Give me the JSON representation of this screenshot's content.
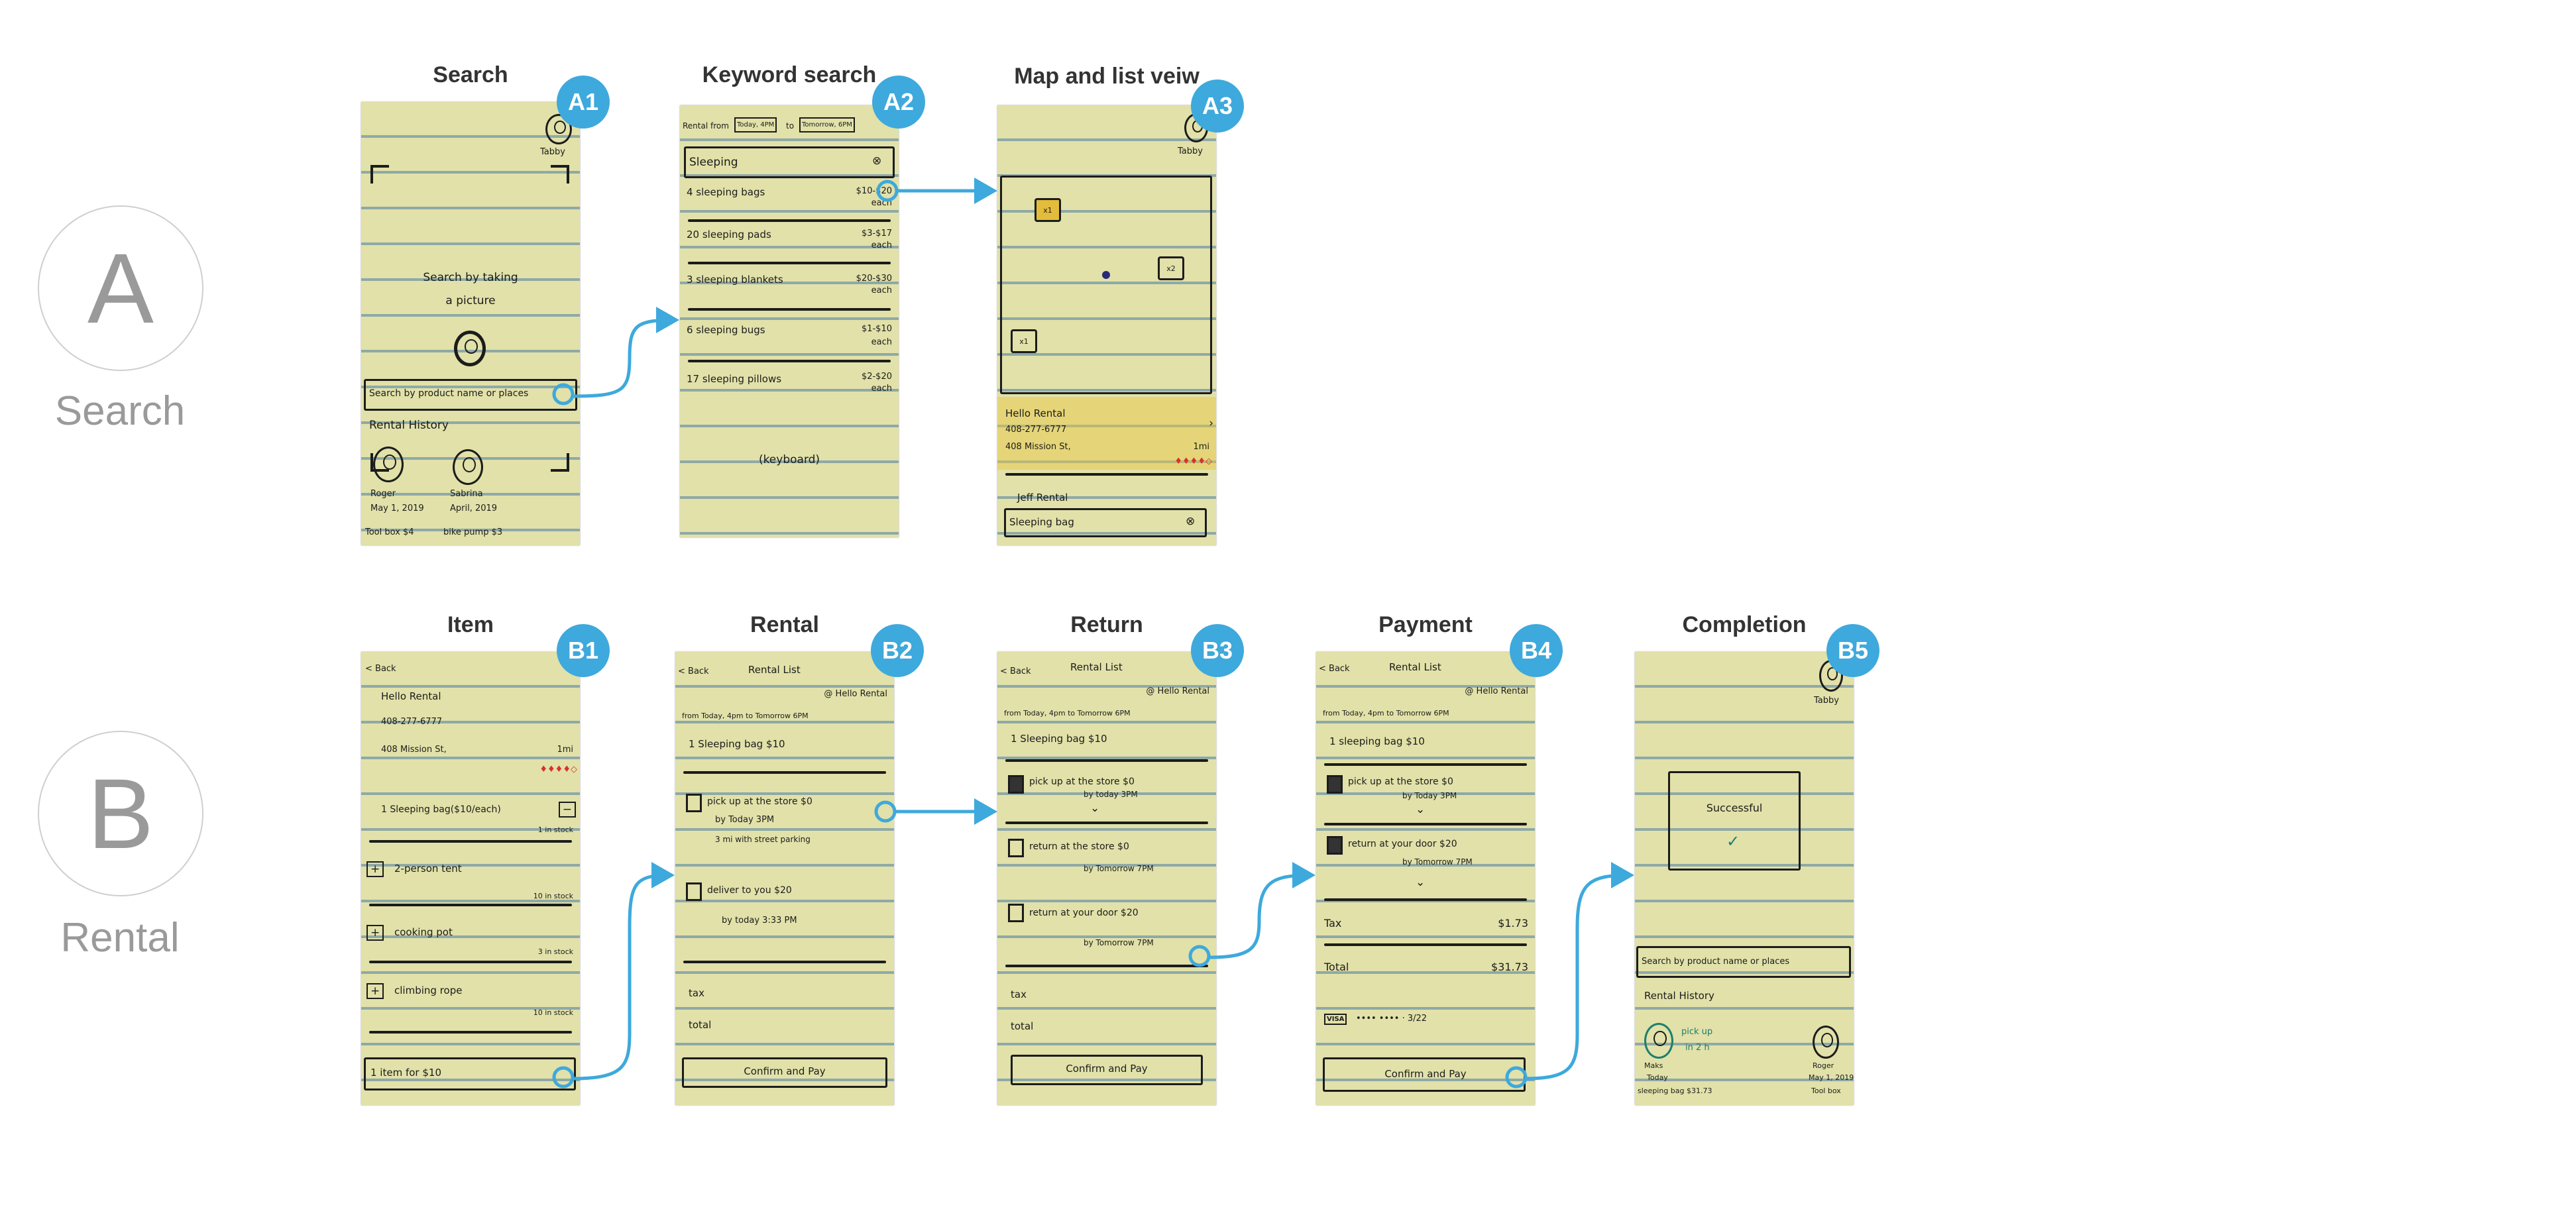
{
  "sections": [
    {
      "letter": "A",
      "label": "Search"
    },
    {
      "letter": "B",
      "label": "Rental"
    }
  ],
  "accent_color": "#3ea9dc",
  "screens": {
    "a1": {
      "title": "Search",
      "badge": "A1",
      "user": "Tabby",
      "prompt_line1": "Search by taking",
      "prompt_line2": "a picture",
      "search_placeholder": "Search by product name or places",
      "history_title": "Rental History",
      "history": [
        {
          "name": "Roger",
          "date": "May 1, 2019",
          "item": "Tool box $4"
        },
        {
          "name": "Sabrina",
          "date": "April, 2019",
          "item": "bike pump $3"
        }
      ]
    },
    "a2": {
      "title": "Keyword search",
      "badge": "A2",
      "rental_from": "Rental from",
      "from_value": "Today, 4PM",
      "to": "to",
      "to_value": "Tomorrow, 6PM",
      "search_value": "Sleeping",
      "results": [
        {
          "name": "4 sleeping bags",
          "price": "$10-$20",
          "unit": "each"
        },
        {
          "name": "20 sleeping pads",
          "price": "$3-$17",
          "unit": "each"
        },
        {
          "name": "3 sleeping blankets",
          "price": "$20-$30",
          "unit": "each"
        },
        {
          "name": "6 sleeping bugs",
          "price": "$1-$10",
          "unit": "each"
        },
        {
          "name": "17 sleeping pillows",
          "price": "$2-$20",
          "unit": "each"
        }
      ],
      "keyboard": "(keyboard)"
    },
    "a3": {
      "title": "Map and list veiw",
      "badge": "A3",
      "user": "Tabby",
      "pins": [
        "x1",
        "x2",
        "x1"
      ],
      "store": {
        "name": "Hello Rental",
        "phone": "408-277-6777",
        "address": "408 Mission St,",
        "distance": "1mi"
      },
      "store2": "Jeff Rental",
      "search_value": "Sleeping bag"
    },
    "b1": {
      "title": "Item",
      "badge": "B1",
      "back": "< Back",
      "store": "Hello Rental",
      "phone": "408-277-6777",
      "address": "408 Mission St,",
      "distance": "1mi",
      "items": [
        {
          "name": "1 Sleeping bag($10/each)",
          "stock": "1 in stock"
        },
        {
          "name": "2-person tent",
          "stock": "10 in stock"
        },
        {
          "name": "cooking pot",
          "stock": "3 in stock"
        },
        {
          "name": "climbing rope",
          "stock": "10 in stock"
        }
      ],
      "cart": "1 item for $10"
    },
    "b2": {
      "title": "Rental",
      "badge": "B2",
      "back": "< Back",
      "header": "Rental List",
      "store": "@ Hello Rental",
      "period": "from Today, 4pm to Tomorrow 6PM",
      "item": "1 Sleeping bag $10",
      "options": [
        {
          "label": "pick up at the store $0",
          "sub": "by Today 3PM",
          "note": "3 mi with street parking"
        },
        {
          "label": "deliver to you $20",
          "sub": "by today 3:33 PM"
        }
      ],
      "tax": "tax",
      "total": "total",
      "confirm": "Confirm and Pay"
    },
    "b3": {
      "title": "Return",
      "badge": "B3",
      "back": "< Back",
      "header": "Rental List",
      "store": "@ Hello Rental",
      "period": "from Today, 4pm to Tomorrow 6PM",
      "item": "1 Sleeping bag $10",
      "options": [
        {
          "label": "pick up at the store $0",
          "sub": "by today 3PM"
        },
        {
          "label": "return at the store $0",
          "sub": "by Tomorrow 7PM"
        },
        {
          "label": "return at your door $20",
          "sub": "by Tomorrow 7PM"
        }
      ],
      "tax": "tax",
      "total": "total",
      "confirm": "Confirm and Pay"
    },
    "b4": {
      "title": "Payment",
      "badge": "B4",
      "back": "< Back",
      "header": "Rental List",
      "store": "@ Hello Rental",
      "period": "from Today, 4pm to Tomorrow 6PM",
      "item": "1 sleeping bag $10",
      "options": [
        {
          "label": "pick up at the store $0",
          "sub": "by Today 3PM"
        },
        {
          "label": "return at your door $20",
          "sub": "by Tomorrow 7PM"
        }
      ],
      "tax": "Tax",
      "tax_value": "$1.73",
      "total": "Total",
      "total_value": "$31.73",
      "card": "VISA",
      "card_number": "•••• •••• · 3/22",
      "confirm": "Confirm and Pay"
    },
    "b5": {
      "title": "Completion",
      "badge": "B5",
      "user": "Tabby",
      "message": "Successful",
      "search_placeholder": "Search by product name or places",
      "history_title": "Rental History",
      "current": {
        "name": "Maks",
        "date": "Today",
        "item": "sleeping bag $31.73",
        "status": "pick up",
        "eta": "in 2 h"
      },
      "past": {
        "name": "Roger",
        "date": "May 1, 2019",
        "item": "Tool box"
      }
    }
  }
}
